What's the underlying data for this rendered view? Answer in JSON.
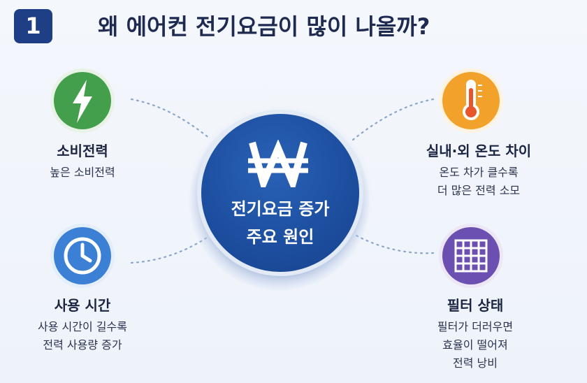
{
  "header": {
    "number": "1",
    "title": "왜 에어컨 전기요금이 많이 나올까?"
  },
  "center": {
    "line1": "전기요금 증가",
    "line2": "주요 원인",
    "icon": "won-sign-icon"
  },
  "nodes": {
    "power": {
      "icon": "lightning-icon",
      "title": "소비전력",
      "desc": [
        "높은 소비전력"
      ],
      "color": "#3f9a4a"
    },
    "temperature": {
      "icon": "thermometer-icon",
      "title": "실내·외 온도 차이",
      "desc": [
        "온도 차가 클수록",
        "더 많은 전력 소모"
      ],
      "color": "#f2a22a"
    },
    "time": {
      "icon": "clock-icon",
      "title": "사용 시간",
      "desc": [
        "사용 시간이 길수록",
        "전력 사용량 증가"
      ],
      "color": "#3b7fd4"
    },
    "filter": {
      "icon": "filter-grid-icon",
      "title": "필터 상태",
      "desc": [
        "필터가 더러우면",
        "효율이 떨어져",
        "전력 낭비"
      ],
      "color": "#6a4fb0"
    }
  }
}
